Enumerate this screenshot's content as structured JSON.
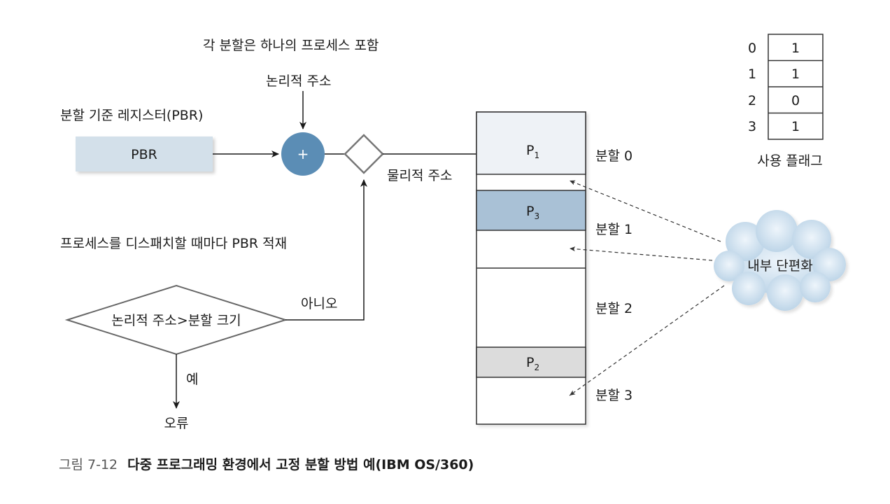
{
  "top_caption": "각 분할은 하나의 프로세스 포함",
  "logical_address_label": "논리적 주소",
  "pbr_caption": "분할 기준 레지스터(PBR)",
  "pbr_box_label": "PBR",
  "adder_symbol": "+",
  "physical_address_label": "물리적 주소",
  "dispatch_caption": "프로세스를 디스패치할 때마다 PBR 적재",
  "decision_label": "논리적 주소>분할 크기",
  "no_label": "아니오",
  "yes_label": "예",
  "error_label": "오류",
  "memory": {
    "blocks": [
      {
        "name": "P",
        "sub": "1",
        "fill": "#eef2f6"
      },
      {
        "name": "P",
        "sub": "3",
        "fill": "#a9c1d6"
      },
      {
        "name": "P",
        "sub": "2",
        "fill": "#dcdcdc"
      }
    ],
    "partitions": [
      "분할 0",
      "분할 1",
      "분할 2",
      "분할 3"
    ]
  },
  "fragment_label": "내부 단편화",
  "usage_flags": {
    "indices": [
      "0",
      "1",
      "2",
      "3"
    ],
    "values": [
      "1",
      "1",
      "0",
      "1"
    ],
    "caption": "사용 플래그"
  },
  "figure_caption": {
    "number": "그림 7-12",
    "title": "다중 프로그래밍 환경에서 고정 분할 방법 예(IBM OS/360)"
  },
  "colors": {
    "pbr_fill": "#d3e0ea",
    "adder_fill": "#5b8db5",
    "cloud_fill": "#d5e5f2",
    "diamond_stroke": "#777777"
  }
}
